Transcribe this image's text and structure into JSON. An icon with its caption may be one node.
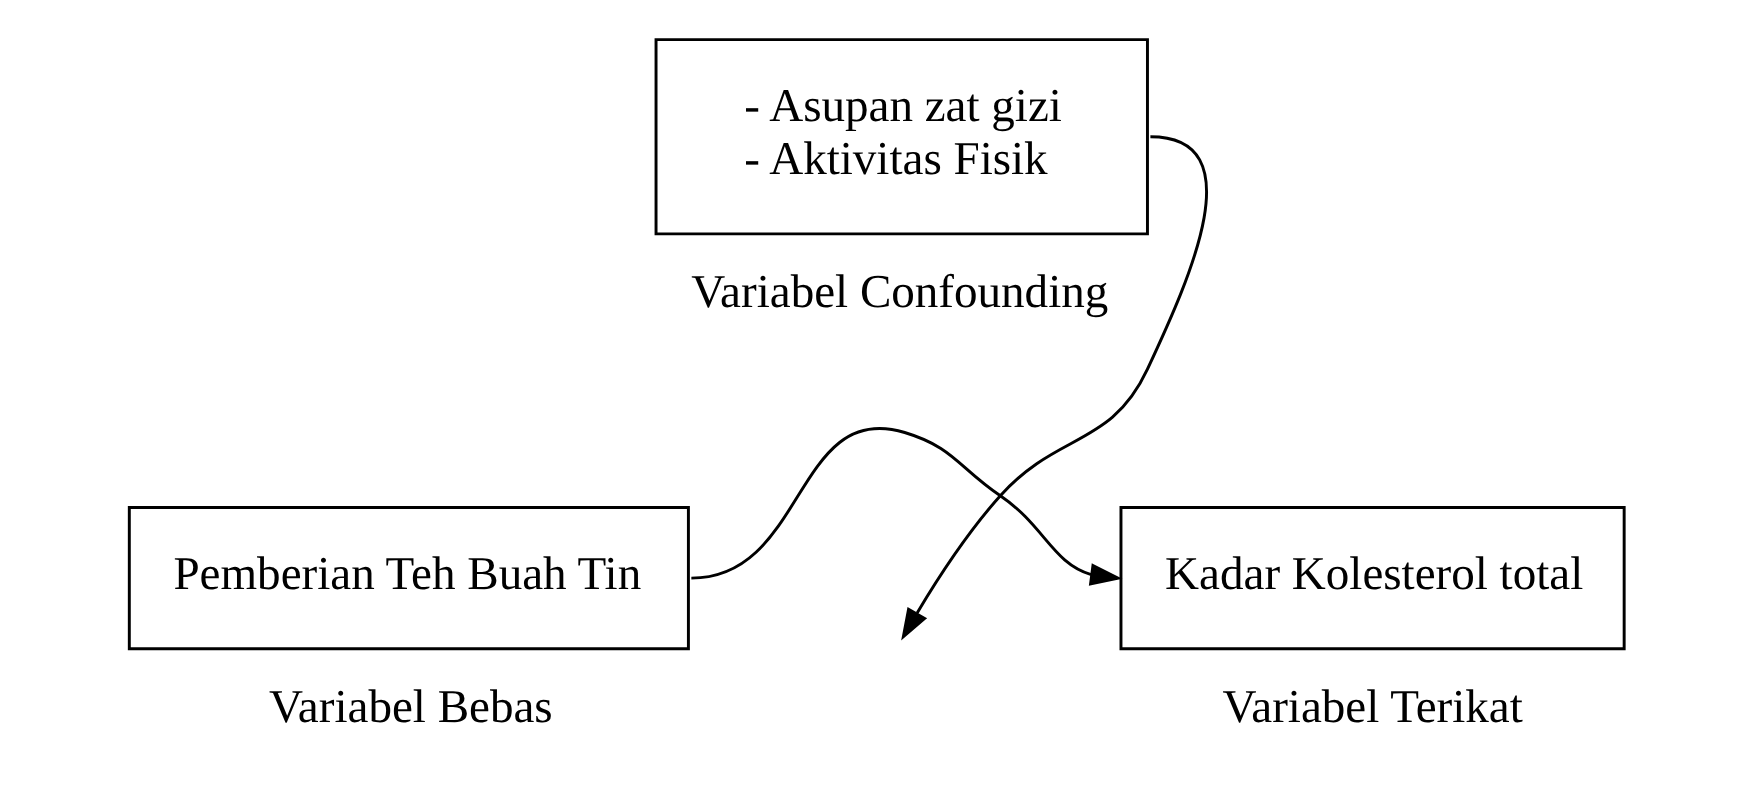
{
  "diagram": {
    "nodes": [
      {
        "text": [
          "Pemberian Teh Buah Tin"
        ],
        "beside": [
          "Variabel Bebas"
        ]
      },
      {
        "text": [
          "Kadar Kolesterol total"
        ],
        "beside": [
          "Variabel Terikat"
        ]
      },
      {
        "text": [
          "- Asupan zat gizi",
          "- Aktivitas Fisik"
        ],
        "beside": [
          "Variabel Confounding"
        ]
      }
    ],
    "edges": [
      {
        "from": 0,
        "to": 1,
        "arrow": "to"
      },
      {
        "from": 2,
        "to": null,
        "arrow": "to"
      }
    ]
  }
}
